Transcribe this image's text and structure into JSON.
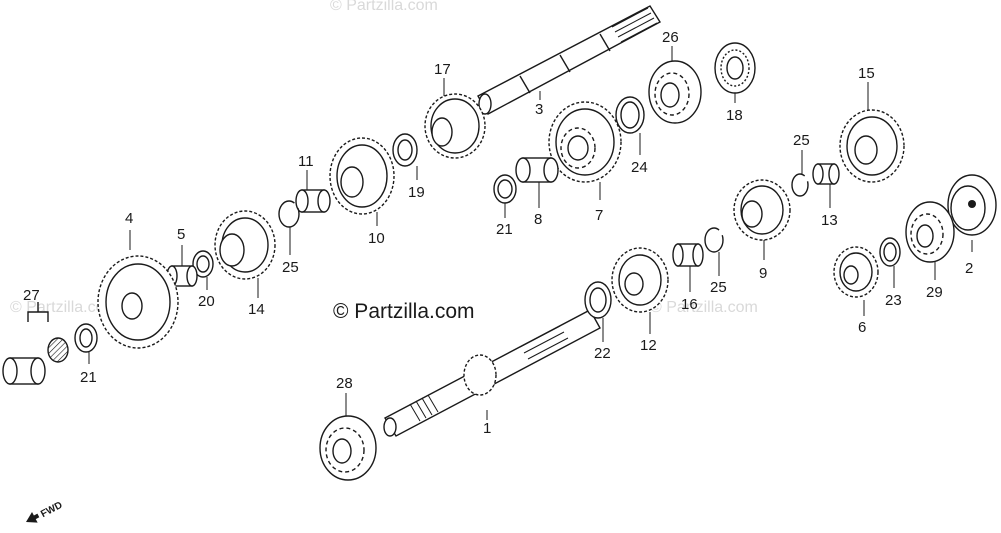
{
  "credit": "© Partzilla.com",
  "watermark": "© Partzilla.com",
  "direction_label": "FWD",
  "colors": {
    "ink": "#1a1a1a",
    "paper": "#ffffff",
    "watermark": "#d9d9d9"
  },
  "parts": [
    {
      "id": "p1",
      "label": "1",
      "kind": "mainshaft"
    },
    {
      "id": "p2",
      "label": "2",
      "kind": "cap"
    },
    {
      "id": "p3",
      "label": "3",
      "kind": "countershaft"
    },
    {
      "id": "p4",
      "label": "4",
      "kind": "gear"
    },
    {
      "id": "p5",
      "label": "5",
      "kind": "bushing"
    },
    {
      "id": "p6",
      "label": "6",
      "kind": "gear"
    },
    {
      "id": "p7",
      "label": "7",
      "kind": "gear"
    },
    {
      "id": "p8",
      "label": "8",
      "kind": "bushing"
    },
    {
      "id": "p9",
      "label": "9",
      "kind": "gear"
    },
    {
      "id": "p10",
      "label": "10",
      "kind": "gear"
    },
    {
      "id": "p11",
      "label": "11",
      "kind": "bushing"
    },
    {
      "id": "p12",
      "label": "12",
      "kind": "gear"
    },
    {
      "id": "p13",
      "label": "13",
      "kind": "bushing"
    },
    {
      "id": "p14",
      "label": "14",
      "kind": "gear"
    },
    {
      "id": "p15",
      "label": "15",
      "kind": "gear"
    },
    {
      "id": "p16",
      "label": "16",
      "kind": "bushing"
    },
    {
      "id": "p17",
      "label": "17",
      "kind": "gear"
    },
    {
      "id": "p18",
      "label": "18",
      "kind": "needle-bearing"
    },
    {
      "id": "p19",
      "label": "19",
      "kind": "washer"
    },
    {
      "id": "p20",
      "label": "20",
      "kind": "washer"
    },
    {
      "id": "p21a",
      "label": "21",
      "kind": "washer"
    },
    {
      "id": "p21b",
      "label": "21",
      "kind": "washer"
    },
    {
      "id": "p22",
      "label": "22",
      "kind": "washer"
    },
    {
      "id": "p23",
      "label": "23",
      "kind": "washer"
    },
    {
      "id": "p24",
      "label": "24",
      "kind": "washer"
    },
    {
      "id": "p25a",
      "label": "25",
      "kind": "circlip"
    },
    {
      "id": "p25b",
      "label": "25",
      "kind": "circlip"
    },
    {
      "id": "p25c",
      "label": "25",
      "kind": "circlip"
    },
    {
      "id": "p26",
      "label": "26",
      "kind": "ball-bearing"
    },
    {
      "id": "p27",
      "label": "27",
      "kind": "bearing-set"
    },
    {
      "id": "p28",
      "label": "28",
      "kind": "ball-bearing"
    },
    {
      "id": "p29",
      "label": "29",
      "kind": "ball-bearing"
    }
  ]
}
